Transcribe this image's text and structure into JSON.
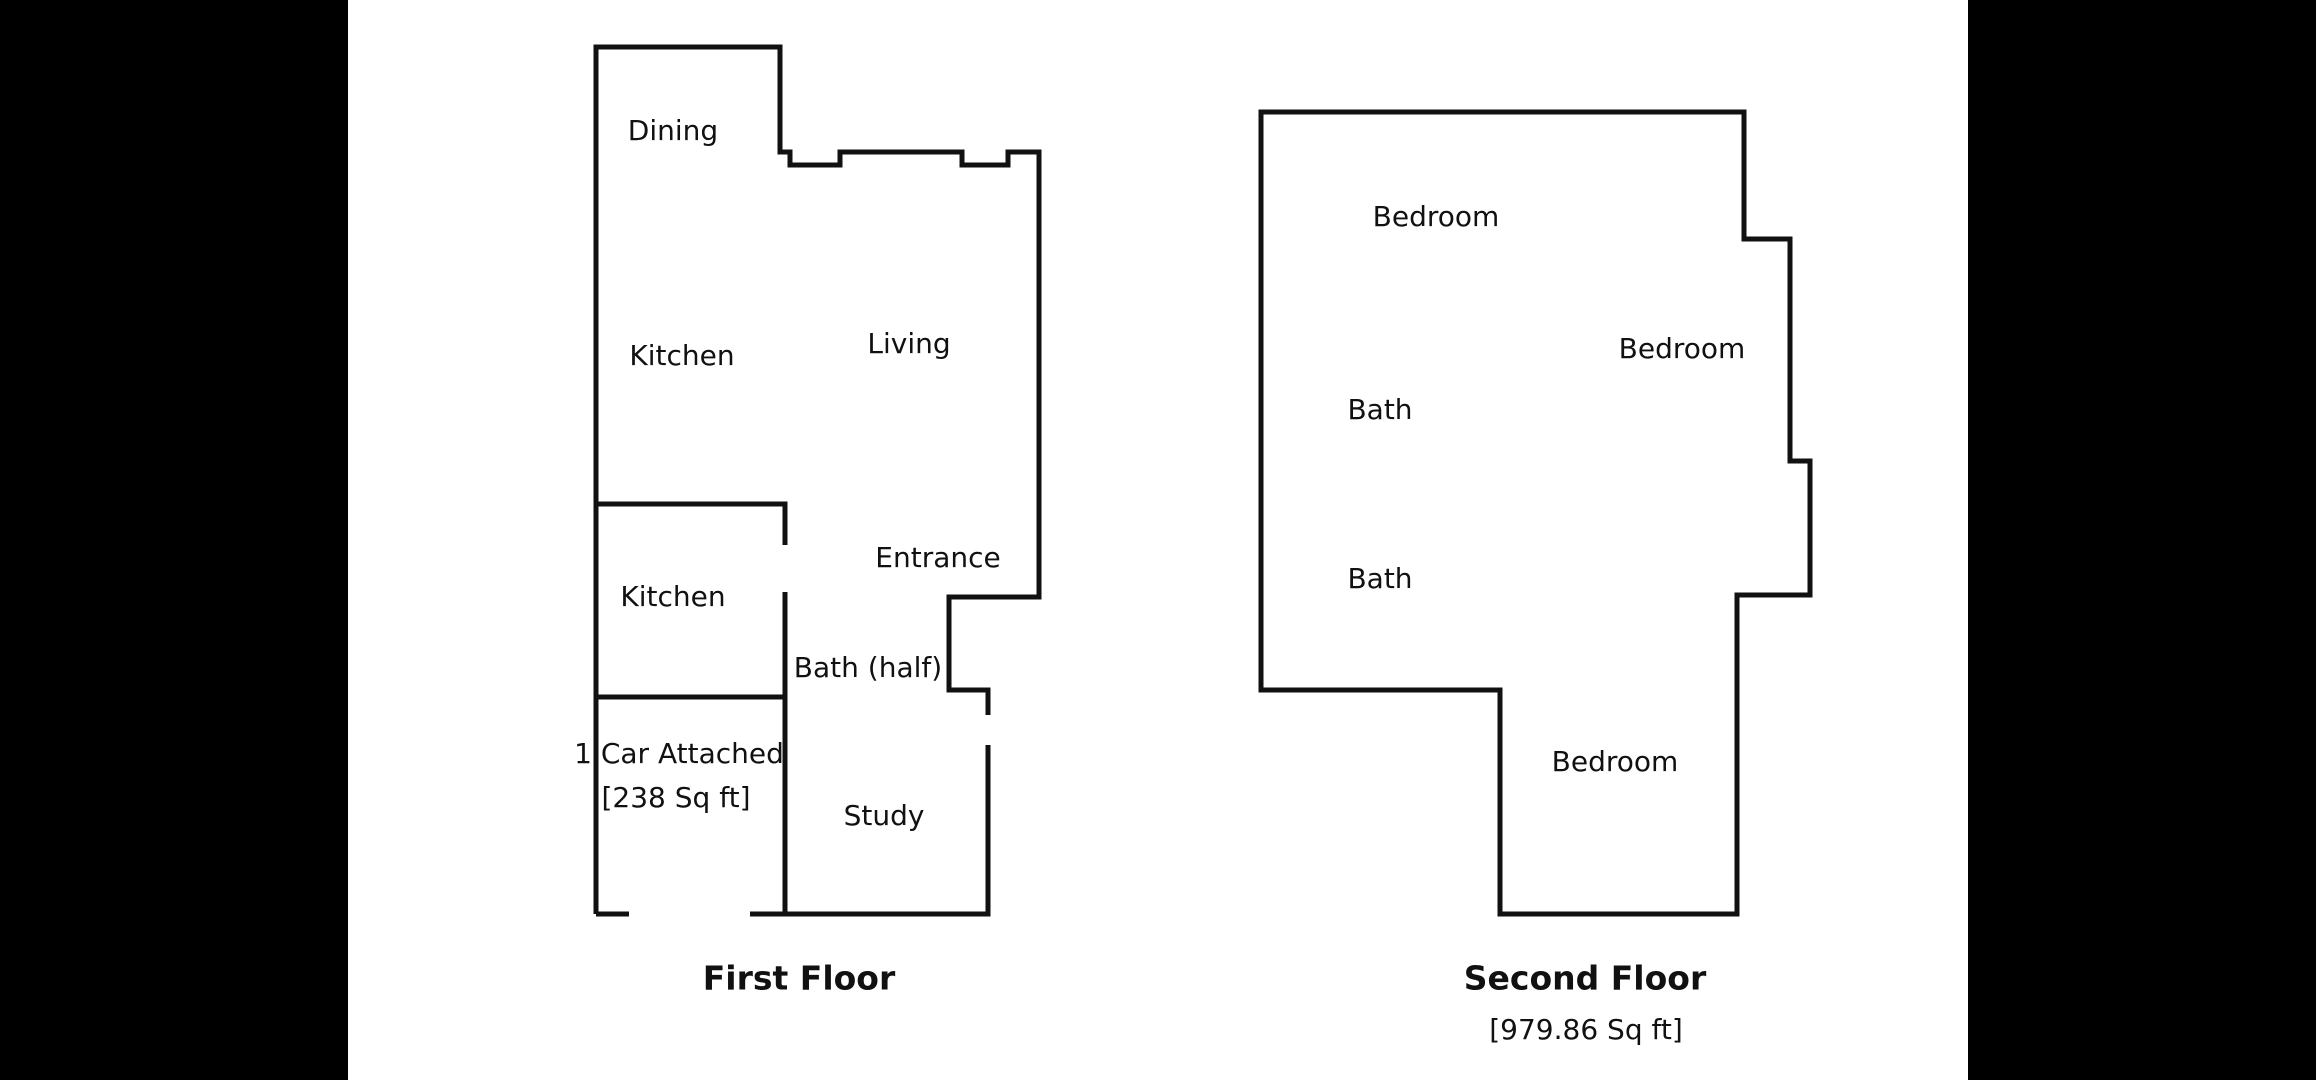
{
  "floors": {
    "first": {
      "title": "First Floor",
      "rooms": {
        "dining": "Dining",
        "kitchen_upper": "Kitchen",
        "living": "Living",
        "entrance": "Entrance",
        "kitchen_lower": "Kitchen",
        "bath_half": "Bath (half)",
        "garage": "1 Car Attached",
        "garage_area": "[238 Sq ft]",
        "study": "Study"
      }
    },
    "second": {
      "title": "Second Floor",
      "area": "[979.86 Sq ft]",
      "rooms": {
        "bedroom_top": "Bedroom",
        "bedroom_right": "Bedroom",
        "bath_upper": "Bath",
        "bath_lower": "Bath",
        "bedroom_bottom": "Bedroom"
      }
    }
  },
  "colors": {
    "background": "#000000",
    "paper": "#ffffff",
    "wall": "#111111"
  }
}
